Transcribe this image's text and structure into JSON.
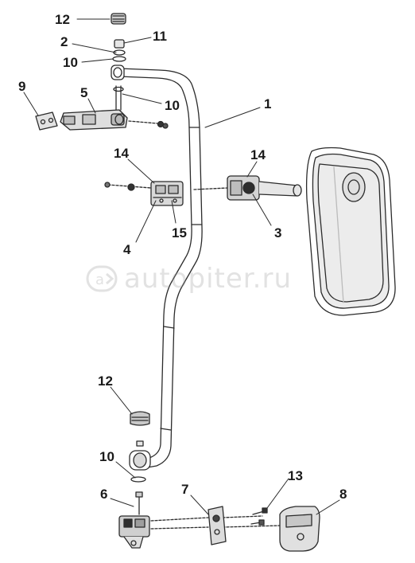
{
  "diagram": {
    "callouts": {
      "c1": "1",
      "c2": "2",
      "c3": "3",
      "c4": "4",
      "c5": "5",
      "c6": "6",
      "c7": "7",
      "c8": "8",
      "c9": "9",
      "c10a": "10",
      "c10b": "10",
      "c10c": "10",
      "c11": "11",
      "c12a": "12",
      "c12b": "12",
      "c13": "13",
      "c14a": "14",
      "c14b": "14",
      "c15": "15"
    },
    "watermark": "autopiter.ru"
  }
}
